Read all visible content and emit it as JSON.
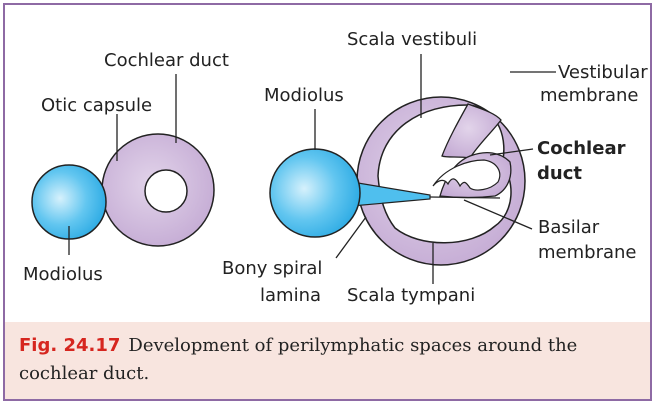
{
  "labels": {
    "left_cochlear_duct": "Cochlear duct",
    "otic_capsule": "Otic capsule",
    "left_modiolus": "Modiolus",
    "right_modiolus": "Modiolus",
    "scala_vestibuli": "Scala vestibuli",
    "vestibular_membrane_1": "Vestibular",
    "vestibular_membrane_2": "membrane",
    "cochlear_duct_1": "Cochlear",
    "cochlear_duct_2": "duct",
    "basilar_membrane_1": "Basilar",
    "basilar_membrane_2": "membrane",
    "bony_spiral_1": "Bony spiral",
    "bony_spiral_2": "lamina",
    "scala_tympani": "Scala tympani"
  },
  "caption": {
    "figure_number": "Fig. 24.17",
    "text": "Development of perilymphatic spaces around the cochlear duct."
  },
  "colors": {
    "border": "#8e6aa4",
    "caption_bg": "#f8e5df",
    "figure_number": "#d6261f",
    "capsule_fill": "#cbb3d9",
    "modiolus_fill": "#35b4ea"
  }
}
